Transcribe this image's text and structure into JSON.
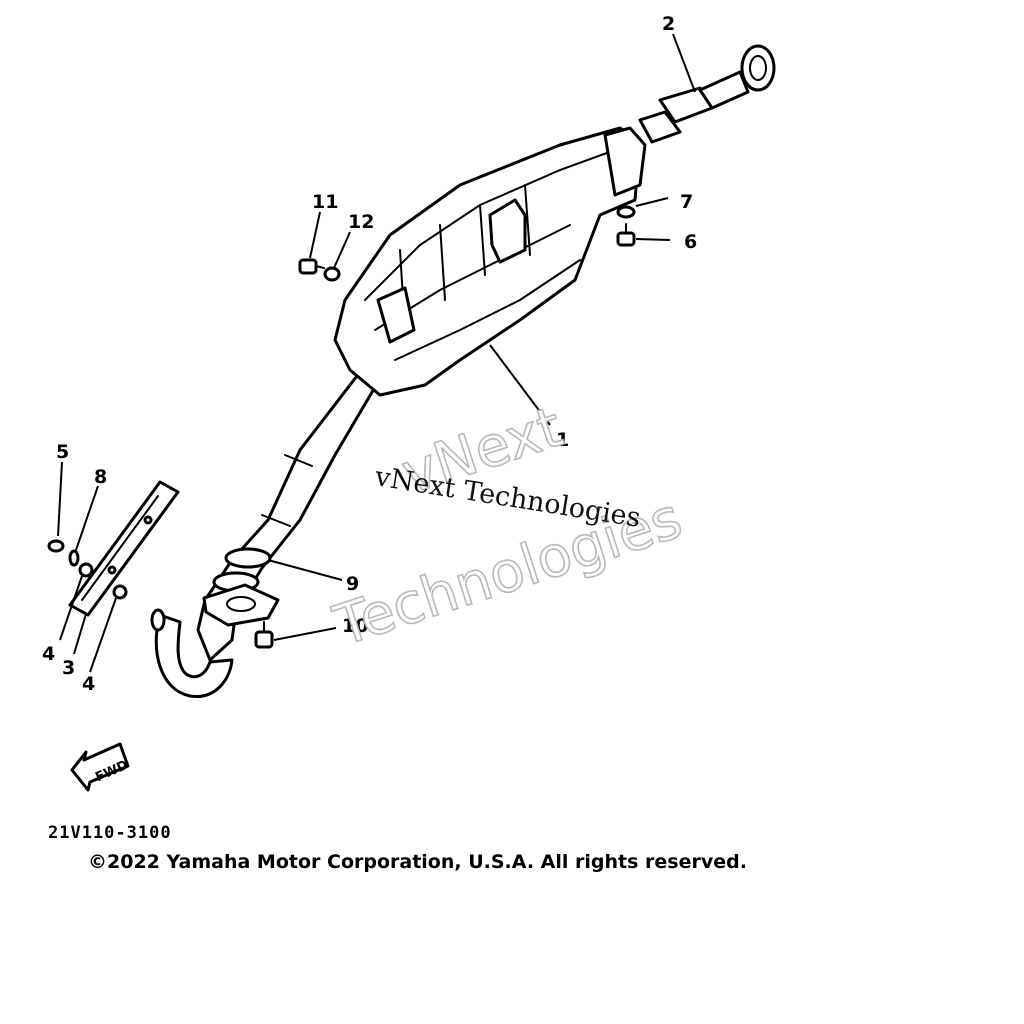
{
  "diagram": {
    "callouts": [
      "1",
      "2",
      "3",
      "4",
      "4",
      "5",
      "6",
      "7",
      "8",
      "9",
      "10",
      "11",
      "12"
    ],
    "direction_label": "FWD",
    "figure_code": "21V110-3100",
    "copyright": "©2022 Yamaha Motor Corporation, U.S.A. All rights reserved.",
    "watermark_large_1": "vNext",
    "watermark_large_2": "Technologies",
    "watermark_small": "vNext Technologies"
  }
}
